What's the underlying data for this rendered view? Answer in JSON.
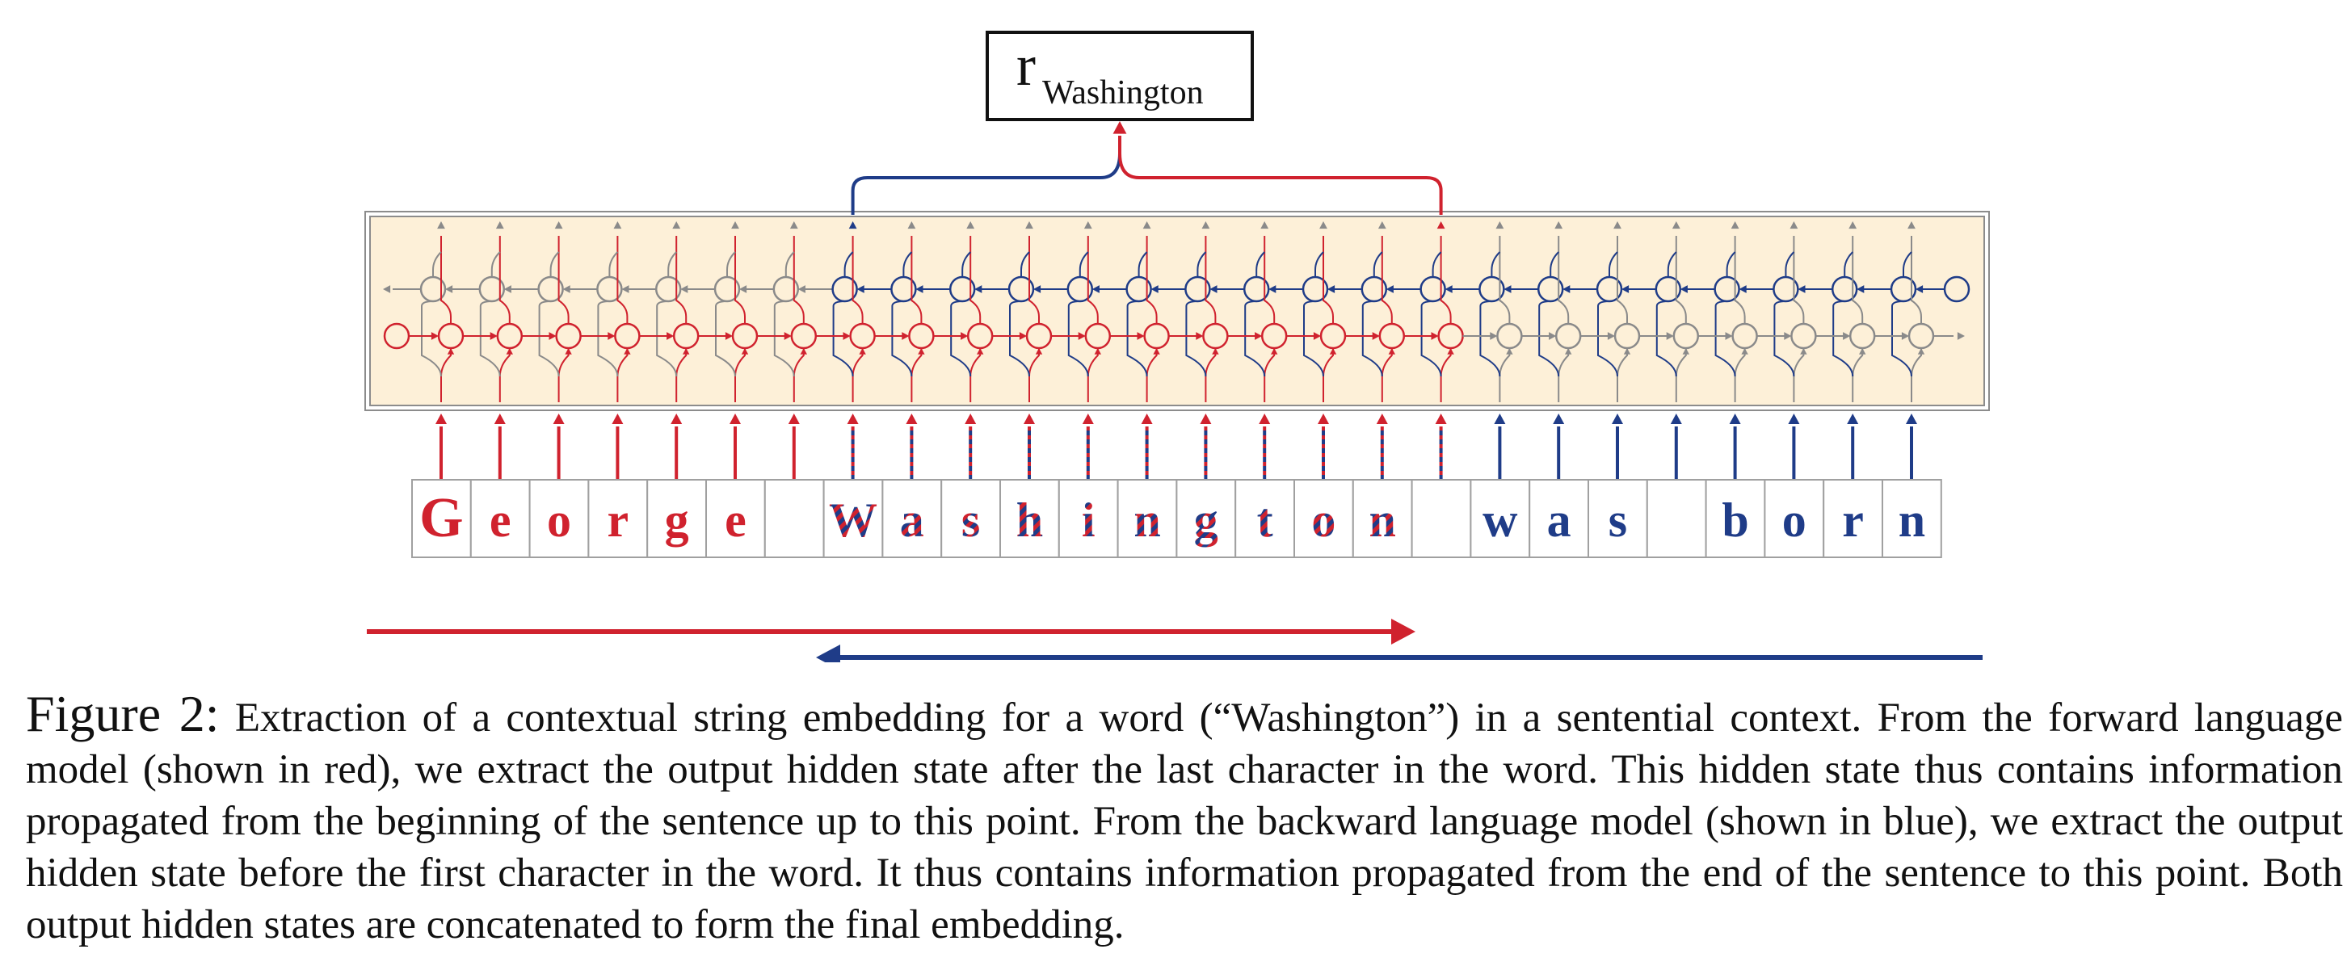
{
  "output_box": {
    "symbol": "r",
    "subscript": "Washington"
  },
  "characters": [
    {
      "ch": "G",
      "style": "forward"
    },
    {
      "ch": "e",
      "style": "forward"
    },
    {
      "ch": "o",
      "style": "forward"
    },
    {
      "ch": "r",
      "style": "forward"
    },
    {
      "ch": "g",
      "style": "forward"
    },
    {
      "ch": "e",
      "style": "forward"
    },
    {
      "ch": "",
      "style": "forward"
    },
    {
      "ch": "W",
      "style": "both"
    },
    {
      "ch": "a",
      "style": "both"
    },
    {
      "ch": "s",
      "style": "both"
    },
    {
      "ch": "h",
      "style": "both"
    },
    {
      "ch": "i",
      "style": "both"
    },
    {
      "ch": "n",
      "style": "both"
    },
    {
      "ch": "g",
      "style": "both"
    },
    {
      "ch": "t",
      "style": "both"
    },
    {
      "ch": "o",
      "style": "both"
    },
    {
      "ch": "n",
      "style": "both"
    },
    {
      "ch": "",
      "style": "both"
    },
    {
      "ch": "w",
      "style": "backward"
    },
    {
      "ch": "a",
      "style": "backward"
    },
    {
      "ch": "s",
      "style": "backward"
    },
    {
      "ch": "",
      "style": "backward"
    },
    {
      "ch": "b",
      "style": "backward"
    },
    {
      "ch": "o",
      "style": "backward"
    },
    {
      "ch": "r",
      "style": "backward"
    },
    {
      "ch": "n",
      "style": "backward"
    }
  ],
  "colors": {
    "forward": "#d0222e",
    "backward": "#1f3c88",
    "inactive": "#8a8a8a",
    "panel_fill": "#fdf0d8",
    "panel_border": "#8c8c8c"
  },
  "caption": {
    "label": "Figure 2:",
    "text": "Extraction of a contextual string embedding for a word (“Washington”) in a sentential context. From the forward language model (shown in red), we extract the output hidden state after the last character in the word.  This hidden state thus contains information propagated from the beginning of the sentence up to this point. From the backward language model (shown in blue), we extract the output hidden state before the first character in the word. It thus contains information propagated from the end of the sentence to this point. Both output hidden states are concatenated to form the final embedding."
  }
}
